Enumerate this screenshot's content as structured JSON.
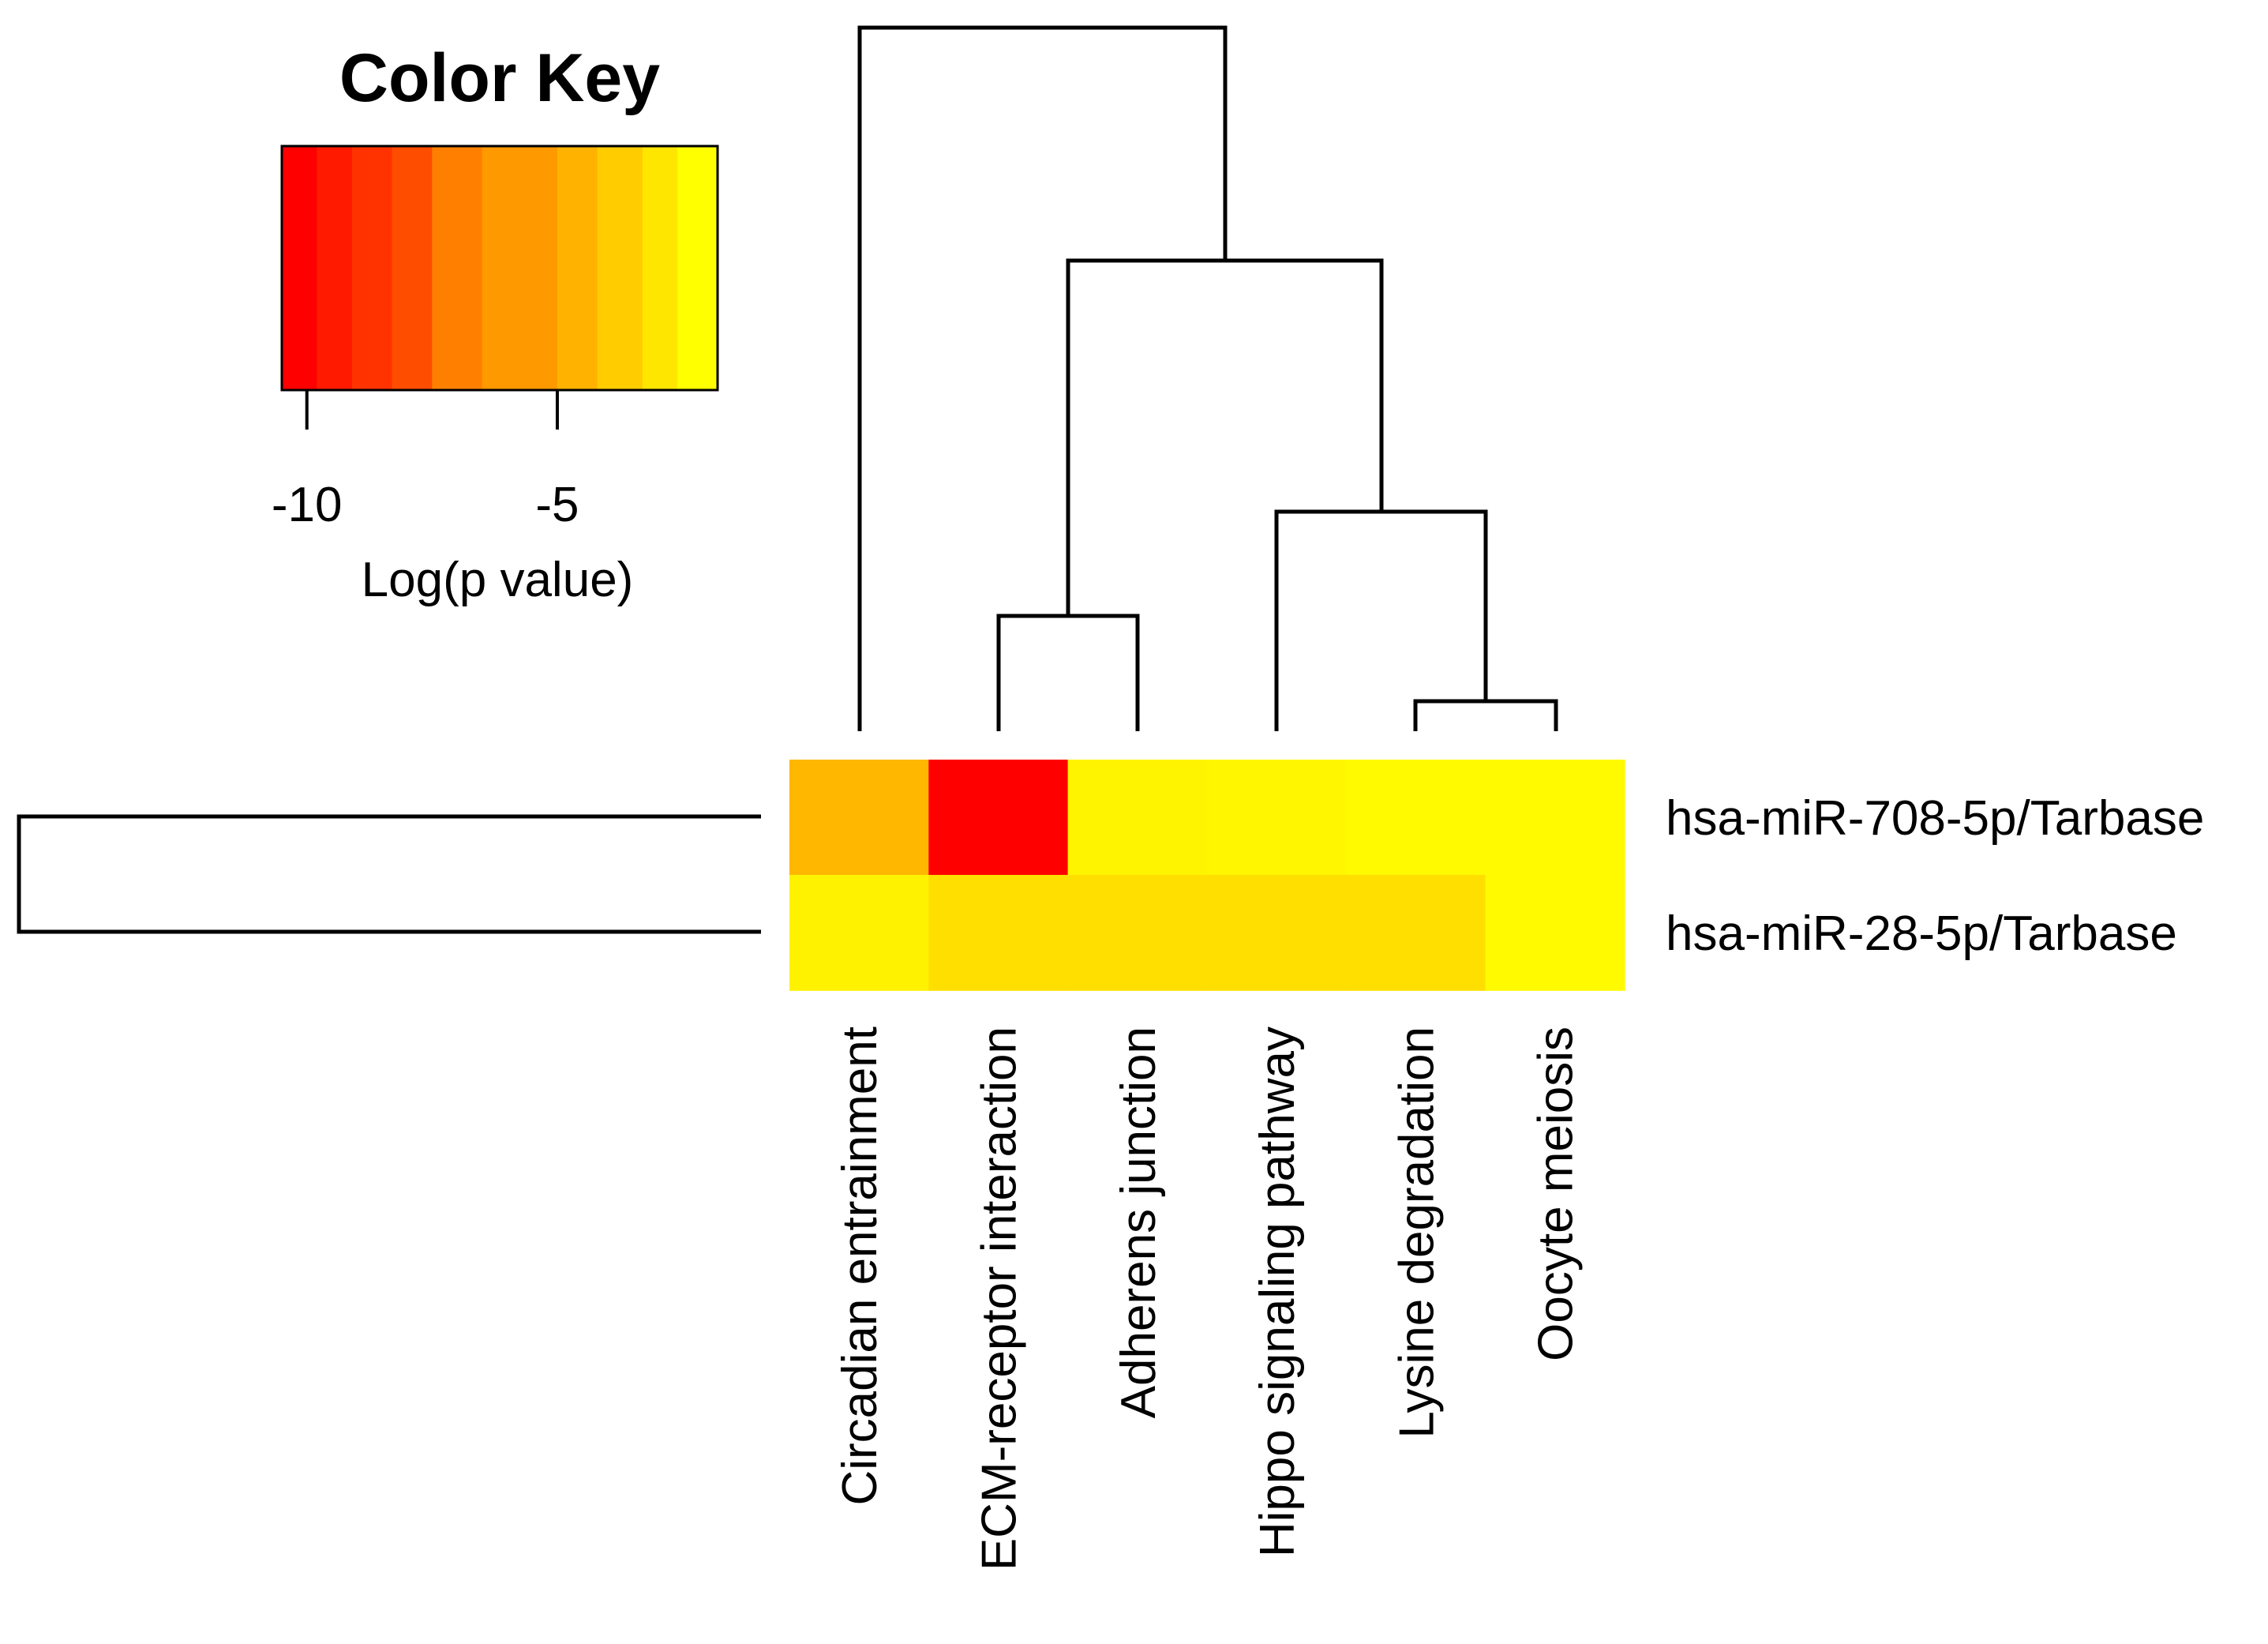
{
  "chart_data": {
    "type": "heatmap",
    "color_key": {
      "title": "Color Key",
      "xlabel": "Log(p value)",
      "ticks": [
        -10,
        -5
      ],
      "tick_labels": [
        "-10",
        "-5"
      ],
      "range": [
        -10.5,
        -1.8
      ],
      "bins": [
        {
          "from": -10.5,
          "to": -9.8,
          "color": "#ff0000"
        },
        {
          "from": -9.8,
          "to": -9.1,
          "color": "#ff1a00"
        },
        {
          "from": -9.1,
          "to": -8.3,
          "color": "#ff3300"
        },
        {
          "from": -8.3,
          "to": -7.5,
          "color": "#ff4d00"
        },
        {
          "from": -7.5,
          "to": -6.5,
          "color": "#ff8000"
        },
        {
          "from": -6.5,
          "to": -5.0,
          "color": "#ff9900"
        },
        {
          "from": -5.0,
          "to": -4.2,
          "color": "#ffb300"
        },
        {
          "from": -4.2,
          "to": -3.3,
          "color": "#ffcc00"
        },
        {
          "from": -3.3,
          "to": -2.6,
          "color": "#ffe600"
        },
        {
          "from": -2.6,
          "to": -1.8,
          "color": "#ffff00"
        }
      ]
    },
    "columns": [
      "Circadian entrainment",
      "ECM-receptor interaction",
      "Adherens junction",
      "Hippo signaling pathway",
      "Lysine degradation",
      "Oocyte meiosis"
    ],
    "rows": [
      "hsa-miR-708-5p/Tarbase",
      "hsa-miR-28-5p/Tarbase"
    ],
    "values": [
      [
        -4.5,
        -10.3,
        -2.3,
        -2.1,
        -2.0,
        -2.0
      ],
      [
        -2.2,
        -3.0,
        -3.0,
        -3.0,
        -3.0,
        -2.0
      ]
    ],
    "cell_colors": [
      [
        "#ffb700",
        "#ff0000",
        "#fff400",
        "#fff600",
        "#fffa00",
        "#fffa00"
      ],
      [
        "#fff200",
        "#ffdf00",
        "#ffdf00",
        "#ffdf00",
        "#ffdf00",
        "#fffa00"
      ]
    ],
    "column_dendrogram": {
      "merges": [
        {
          "left": "Lysine degradation",
          "right": "Oocyte meiosis",
          "height": 0.14
        },
        {
          "left": "ECM-receptor interaction",
          "right": "Adherens junction",
          "height": 0.36
        },
        {
          "left": "Hippo signaling pathway",
          "right": "Lysine degradation + Oocyte meiosis",
          "height": 0.57
        },
        {
          "left": "ECM-receptor interaction + Adherens junction",
          "right": "Hippo signaling pathway + Lysine degradation + Oocyte meiosis",
          "height": 1.33
        },
        {
          "left": "Circadian entrainment",
          "right": "all others",
          "height": 2.0
        }
      ]
    },
    "row_dendrogram": {
      "merges": [
        {
          "left": "hsa-miR-708-5p/Tarbase",
          "right": "hsa-miR-28-5p/Tarbase",
          "height": 1.0
        }
      ]
    },
    "grid": false,
    "legend": "top-left"
  }
}
